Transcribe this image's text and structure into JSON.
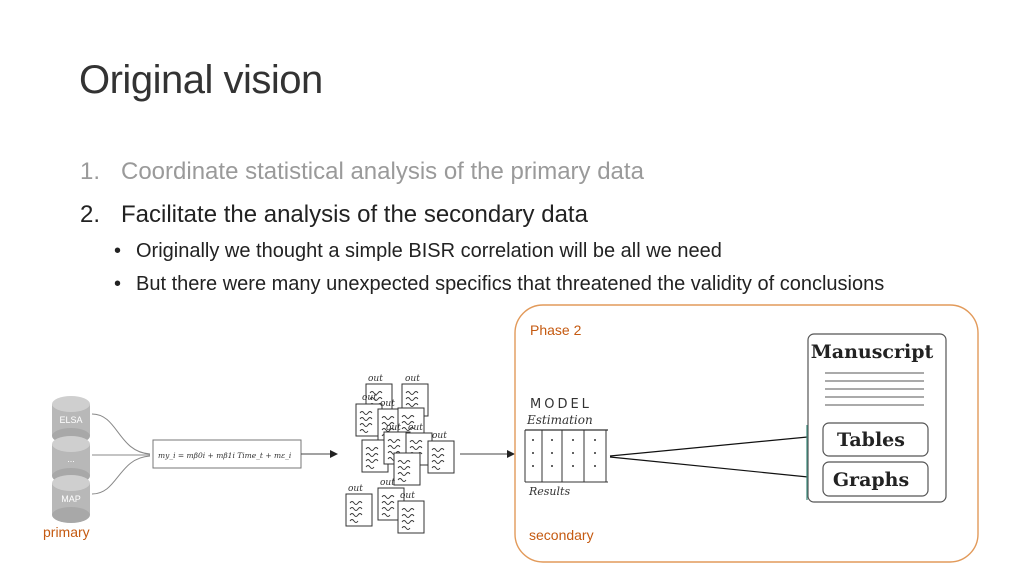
{
  "slide": {
    "title": "Original vision",
    "items": [
      {
        "number": "1.",
        "text": "Coordinate statistical analysis of the primary data"
      },
      {
        "number": "2.",
        "text": "Facilitate the analysis of the secondary data"
      }
    ],
    "subitems": [
      {
        "bullet": "•",
        "text": "Originally we thought a simple BISR correlation will be all we need"
      },
      {
        "bullet": "•",
        "text": "But there were many unexpected specifics that threatened the validity of conclusions"
      }
    ]
  },
  "diagram": {
    "databases": [
      "ELSA",
      "...",
      "MAP"
    ],
    "primary_label": "primary",
    "formula": "my_i = mβ0i + mβ1i Time_t + mε_i",
    "output_label": "out",
    "phase_label": "Phase 2",
    "model_title": "MODEL",
    "model_subtitle": "Estimation",
    "model_footer": "Results",
    "manuscript_title": "Manuscript",
    "tables_label": "Tables",
    "graphs_label": "Graphs",
    "secondary_label": "secondary",
    "colors": {
      "accent": "#c55a11",
      "database": "#b4b4b4",
      "frame": "#e29a5a"
    }
  }
}
